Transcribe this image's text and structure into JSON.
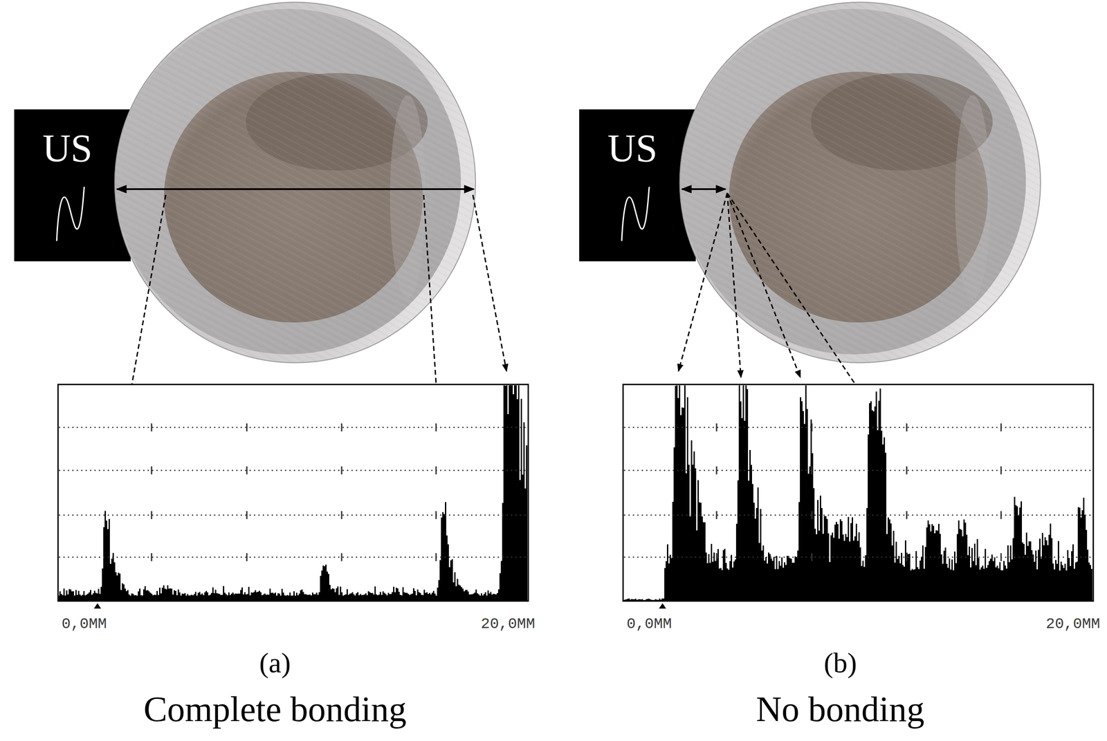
{
  "diagram": {
    "nodes": [
      {
        "text": [
          "US"
        ]
      },
      {
        "text": [
          "US"
        ]
      }
    ],
    "labels": [
      "0,0MM",
      "20,0MM",
      "(a)",
      "Complete bonding",
      "0,0MM",
      "20,0MM",
      "(b)",
      "No bonding"
    ]
  }
}
